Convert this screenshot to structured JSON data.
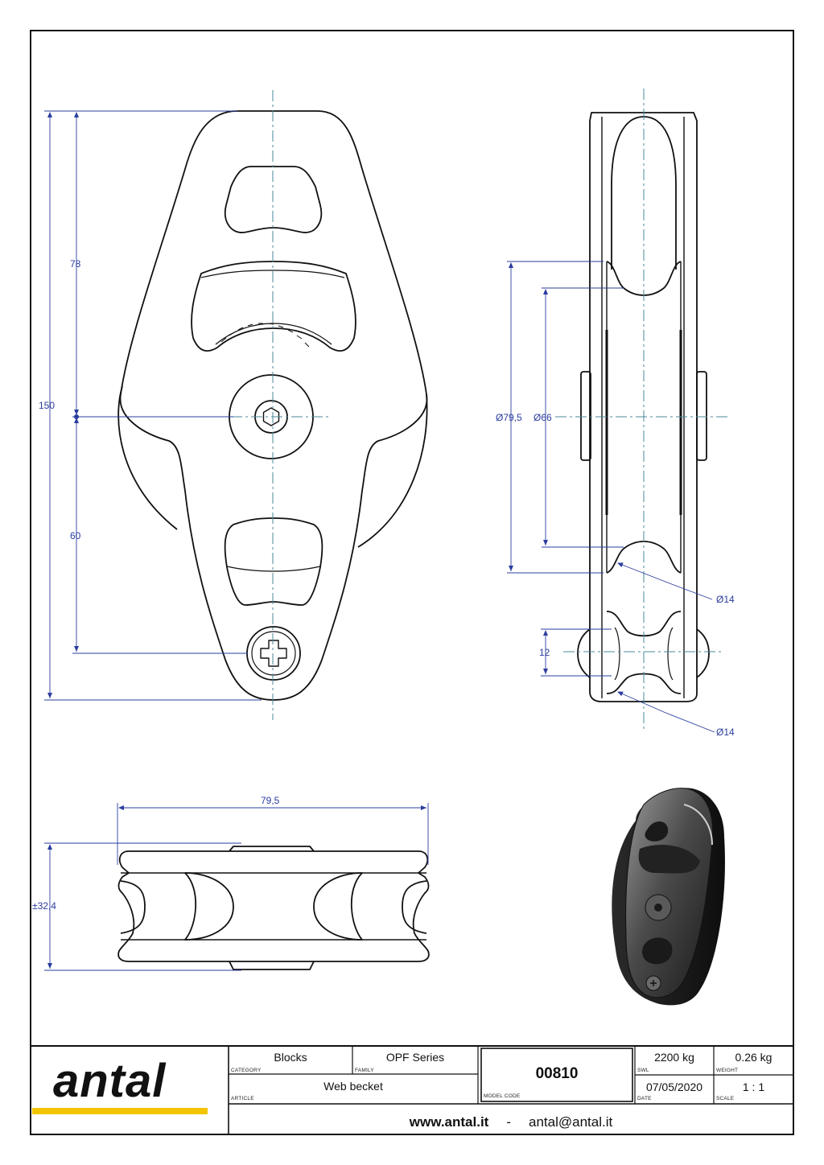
{
  "drawing": {
    "front_view": {
      "dim_overall_height": "150",
      "dim_upper": "78",
      "dim_lower": "60"
    },
    "side_view": {
      "dim_outer_diameter": "Ø79,5",
      "dim_inner_diameter": "Ø66",
      "dim_groove_upper": "Ø14",
      "dim_groove_lower": "Ø14",
      "dim_becket": "12"
    },
    "bottom_view": {
      "dim_width": "79,5",
      "dim_thickness": "±32,4"
    }
  },
  "title_block": {
    "logo_text": "antal",
    "logo_accent_color": "#f2c500",
    "category_value": "Blocks",
    "category_caption": "CATEGORY",
    "family_value": "OPF Series",
    "family_caption": "FAMILY",
    "article_value": "Web becket",
    "article_caption": "ARTICLE",
    "model_code_value": "00810",
    "model_code_caption": "MODEL CODE",
    "swl_value": "2200 kg",
    "swl_caption": "SWL",
    "weight_value": "0.26 kg",
    "weight_caption": "WEIGHT",
    "date_value": "07/05/2020",
    "date_caption": "DATE",
    "scale_value": "1 : 1",
    "scale_caption": "SCALE",
    "website": "www.antal.it",
    "separator": "-",
    "email": "antal@antal.it"
  },
  "colors": {
    "line": "#111111",
    "dimension": "#2b3d9e",
    "centerline": "#4a8a9a"
  }
}
